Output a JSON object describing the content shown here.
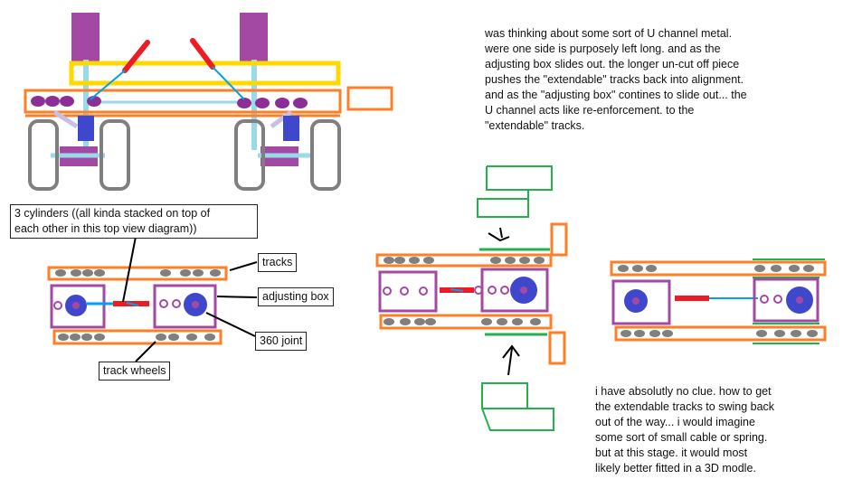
{
  "notes": {
    "top_right": "was thinking about some sort of U channel metal.\nwere one side is purposely left long.  and as the\nadjusting box slides out. the longer un-cut off piece\npushes the \"extendable\" tracks back into alignment.\nand as the \"adjusting box\" contines to slide out... the\nU channel acts like re-enforcement. to the\n\"extendable\" tracks.",
    "bottom_right": "i have absolutly no clue. how to get\nthe extendable tracks to swing back\nout of the way... i would imagine\nsome sort of small cable or spring.\nbut at this stage. it would most\nlikely better fitted in a 3D modle."
  },
  "labels": {
    "cylinders": "3 cylinders ((all kinda stacked on top of\neach other in this top view diagram))",
    "tracks": "tracks",
    "adjusting_box": "adjusting box",
    "joint": "360 joint",
    "track_wheels": "track wheels"
  },
  "colors": {
    "orange": "#ff7f27",
    "yellow": "#ffd800",
    "purple": "#a349a4",
    "blue": "#3f48cc",
    "light_blue": "#99d9ea",
    "red": "#ed1c24",
    "gray": "#7f7f7f",
    "green": "#22b14c",
    "black": "#000000"
  }
}
